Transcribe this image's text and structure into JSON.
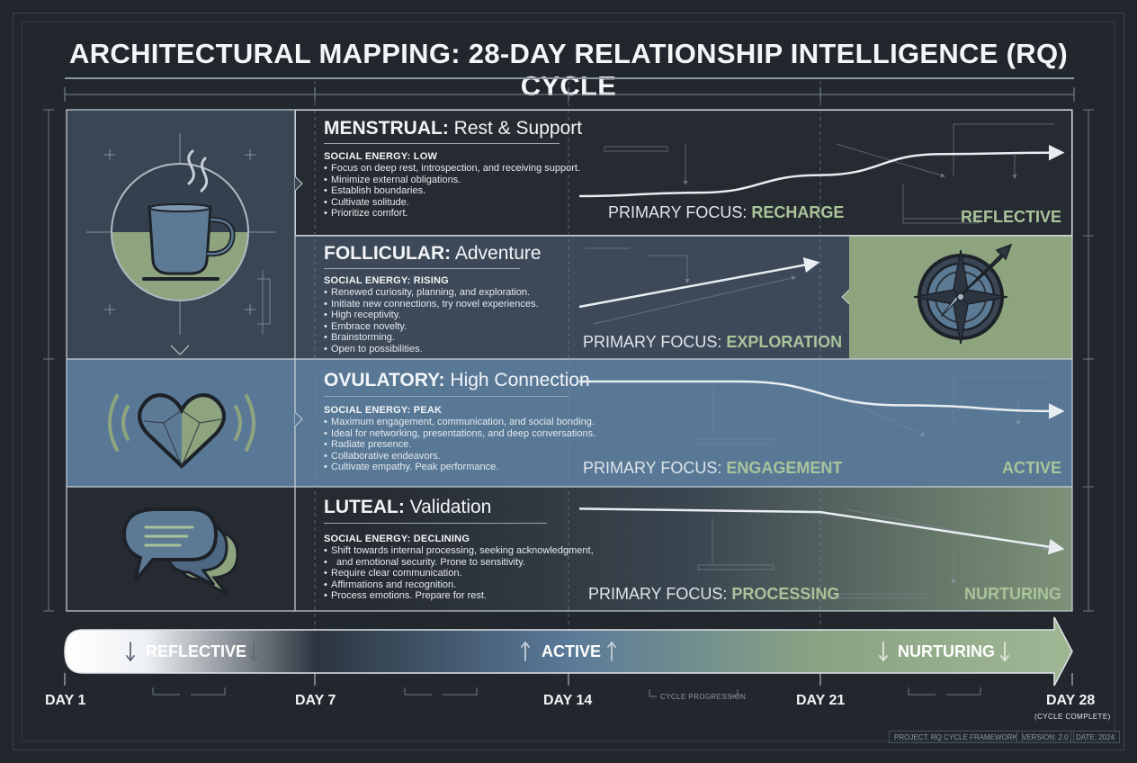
{
  "title": "ARCHITECTURAL MAPPING: 28-DAY RELATIONSHIP INTELLIGENCE (RQ) CYCLE",
  "phases": [
    {
      "name": "MENSTRUAL:",
      "subtitle": "Rest & Support",
      "energy": "SOCIAL ENERGY: LOW",
      "bullets": [
        "Focus on deep rest, introspection, and receiving support.",
        "Minimize external obligations.",
        "Establish boundaries.",
        "Cultivate solitude.",
        "Prioritize comfort."
      ],
      "focus_label": "PRIMARY FOCUS:",
      "focus_value": "RECHARGE",
      "mode": "REFLECTIVE",
      "icon": "coffee-cup-icon",
      "trend": [
        0.0,
        0.05,
        0.3,
        0.6,
        0.62
      ]
    },
    {
      "name": "FOLLICULAR:",
      "subtitle": "Adventure",
      "energy": "SOCIAL ENERGY: RISING",
      "bullets": [
        "Renewed curiosity, planning, and exploration.",
        "Initiate new connections, try novel experiences.",
        "High receptivity.",
        "Embrace novelty.",
        "Brainstorming.",
        "Open to possibilities."
      ],
      "focus_label": "PRIMARY FOCUS:",
      "focus_value": "EXPLORATION",
      "mode": "",
      "icon": "compass-icon",
      "trend": [
        0.2,
        0.9
      ]
    },
    {
      "name": "OVULATORY:",
      "subtitle": "High Connection",
      "energy": "SOCIAL ENERGY: PEAK",
      "bullets": [
        "Maximum engagement, communication, and social bonding.",
        "Ideal for networking, presentations, and deep conversations.",
        "Radiate presence.",
        "Collaborative endeavors.",
        "Cultivate empathy. Peak performance."
      ],
      "focus_label": "PRIMARY FOCUS:",
      "focus_value": "ENGAGEMENT",
      "mode": "ACTIVE",
      "icon": "heart-icon",
      "trend": [
        1.0,
        1.0,
        0.6,
        0.5
      ]
    },
    {
      "name": "LUTEAL:",
      "subtitle": "Validation",
      "energy": "SOCIAL ENERGY: DECLINING",
      "bullets": [
        "Shift towards internal processing, seeking acknowledgment,",
        "and emotional security. Prone to sensitivity.",
        "Require clear communication.",
        "Affirmations and recognition.",
        "Process emotions. Prepare for rest."
      ],
      "continuation_index": 1,
      "focus_label": "PRIMARY FOCUS:",
      "focus_value": "PROCESSING",
      "mode": "NURTURING",
      "icon": "chat-bubbles-icon",
      "trend": [
        0.9,
        0.85,
        0.3
      ]
    }
  ],
  "timeline": {
    "segments": [
      "REFLECTIVE",
      "ACTIVE",
      "NURTURING"
    ],
    "days": [
      "DAY 1",
      "DAY 7",
      "DAY 14",
      "DAY 21",
      "DAY 28"
    ],
    "end_note": "(CYCLE COMPLETE)",
    "progression_label": "CYCLE PROGRESSION"
  },
  "footer": {
    "project": "PROJECT: RQ CYCLE FRAMEWORK",
    "version": "VERSION: 2.0",
    "date": "DATE: 2024"
  },
  "colors": {
    "background": "#22272d",
    "menstrual": "#262b31",
    "follicular": "#3d4958",
    "ovulatory": "#587896",
    "luteal": "#262b31",
    "sage": "#8ea47f",
    "accent_text": "#a9c49b"
  }
}
